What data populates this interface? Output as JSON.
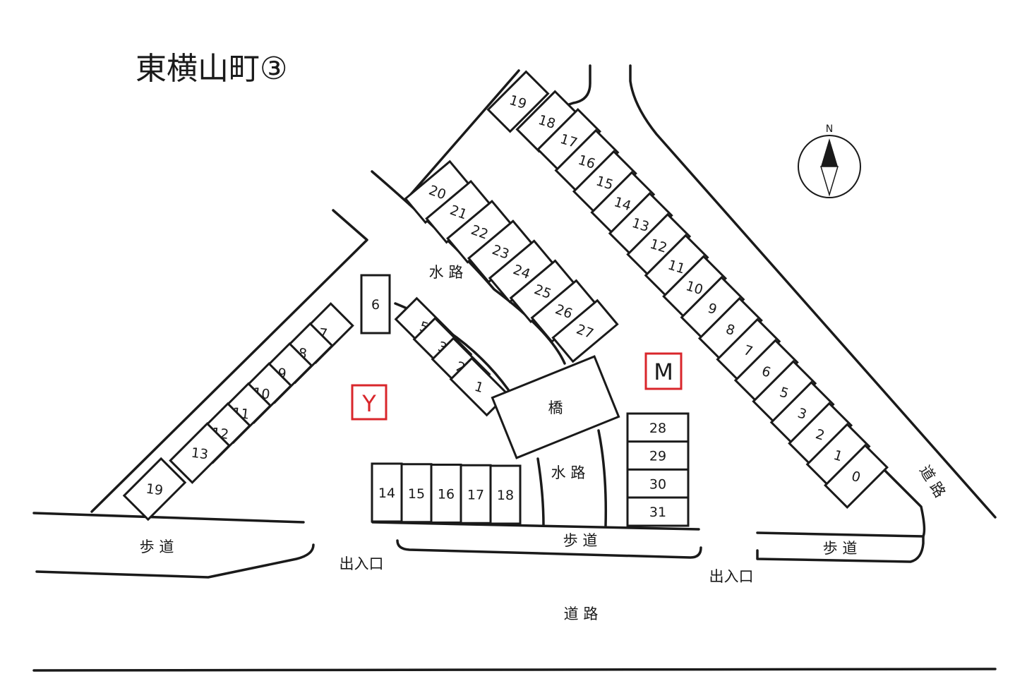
{
  "title": "東横山町③",
  "compass": {
    "label": "N",
    "icon": "north-arrow-icon"
  },
  "markers": {
    "y": {
      "label": "Y",
      "color": "#d9262b"
    },
    "m": {
      "label": "M",
      "color": "#d9262b"
    }
  },
  "labels": {
    "waterway_upper": "水 路",
    "waterway_lower": "水 路",
    "bridge": "橋",
    "sidewalk_left": "歩 道",
    "sidewalk_center": "歩 道",
    "sidewalk_right": "歩 道",
    "entrance_left": "出入口",
    "entrance_right": "出入口",
    "road_bottom": "道 路",
    "road_right": "道 路"
  },
  "lots": {
    "left_diagonal": [
      "7",
      "8",
      "9",
      "10",
      "11",
      "12",
      "13"
    ],
    "left_corner": "19",
    "standalone": "6",
    "inner_curve": [
      "5",
      "3",
      "2",
      "1"
    ],
    "upper_row": [
      "20",
      "21",
      "22",
      "23",
      "24",
      "25",
      "26",
      "27"
    ],
    "right_top": [
      "19",
      "18"
    ],
    "right_diagonal": [
      "17",
      "16",
      "15",
      "14",
      "13",
      "12",
      "11",
      "10",
      "9",
      "8",
      "7",
      "6",
      "5",
      "3",
      "2",
      "1",
      "0"
    ],
    "bottom_row": [
      "14",
      "15",
      "16",
      "17",
      "18"
    ],
    "right_column": [
      "28",
      "29",
      "30",
      "31"
    ]
  }
}
